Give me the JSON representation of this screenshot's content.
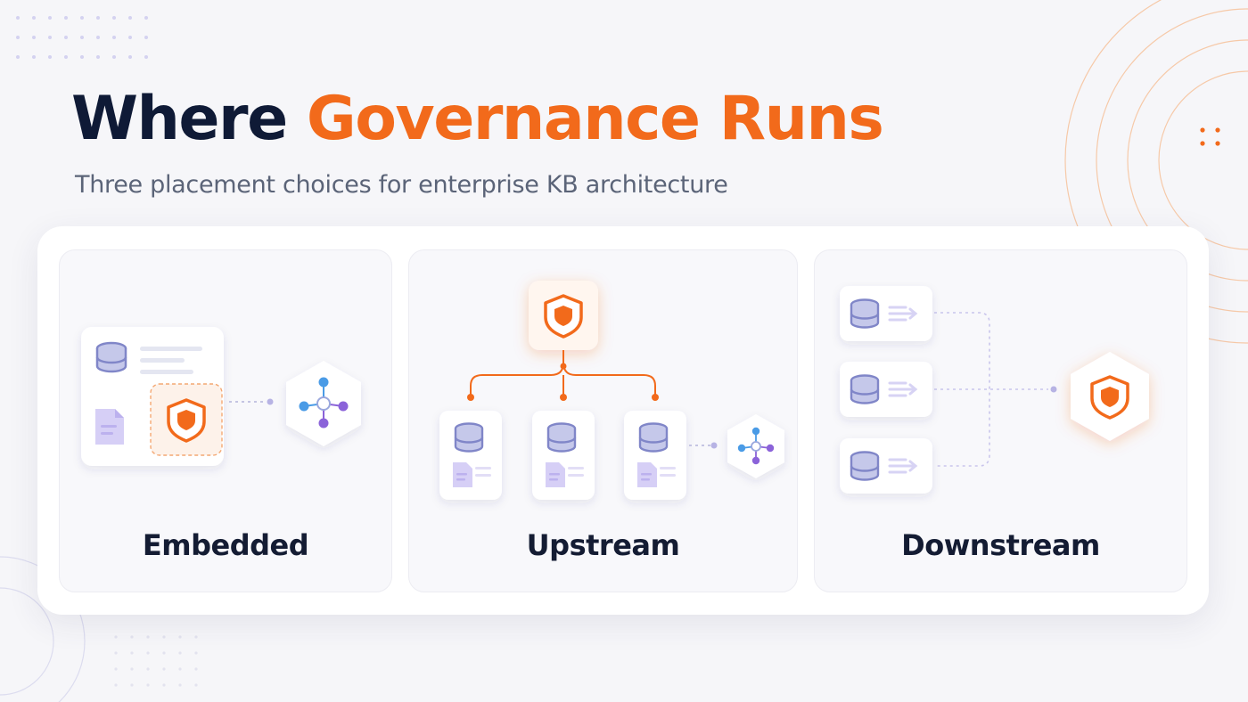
{
  "header": {
    "title_lead": "Where",
    "title_accent": "Governance Runs",
    "subtitle": "Three placement choices for enterprise KB architecture"
  },
  "panels": [
    {
      "label": "Embedded",
      "icons": [
        "database-icon",
        "document-icon",
        "shield-icon",
        "hub-icon"
      ]
    },
    {
      "label": "Upstream",
      "icons": [
        "shield-icon",
        "database-icon",
        "document-icon",
        "hub-icon"
      ]
    },
    {
      "label": "Downstream",
      "icons": [
        "database-icon",
        "arrow-right-icon",
        "shield-icon"
      ]
    }
  ],
  "colors": {
    "accent": "#f26a1b",
    "title": "#0f1a36",
    "subtitle": "#5b6478",
    "database": "#8086c8",
    "document": "#c9c0f0",
    "hub_blue": "#4a9be6",
    "hub_purple": "#8b63d9"
  }
}
